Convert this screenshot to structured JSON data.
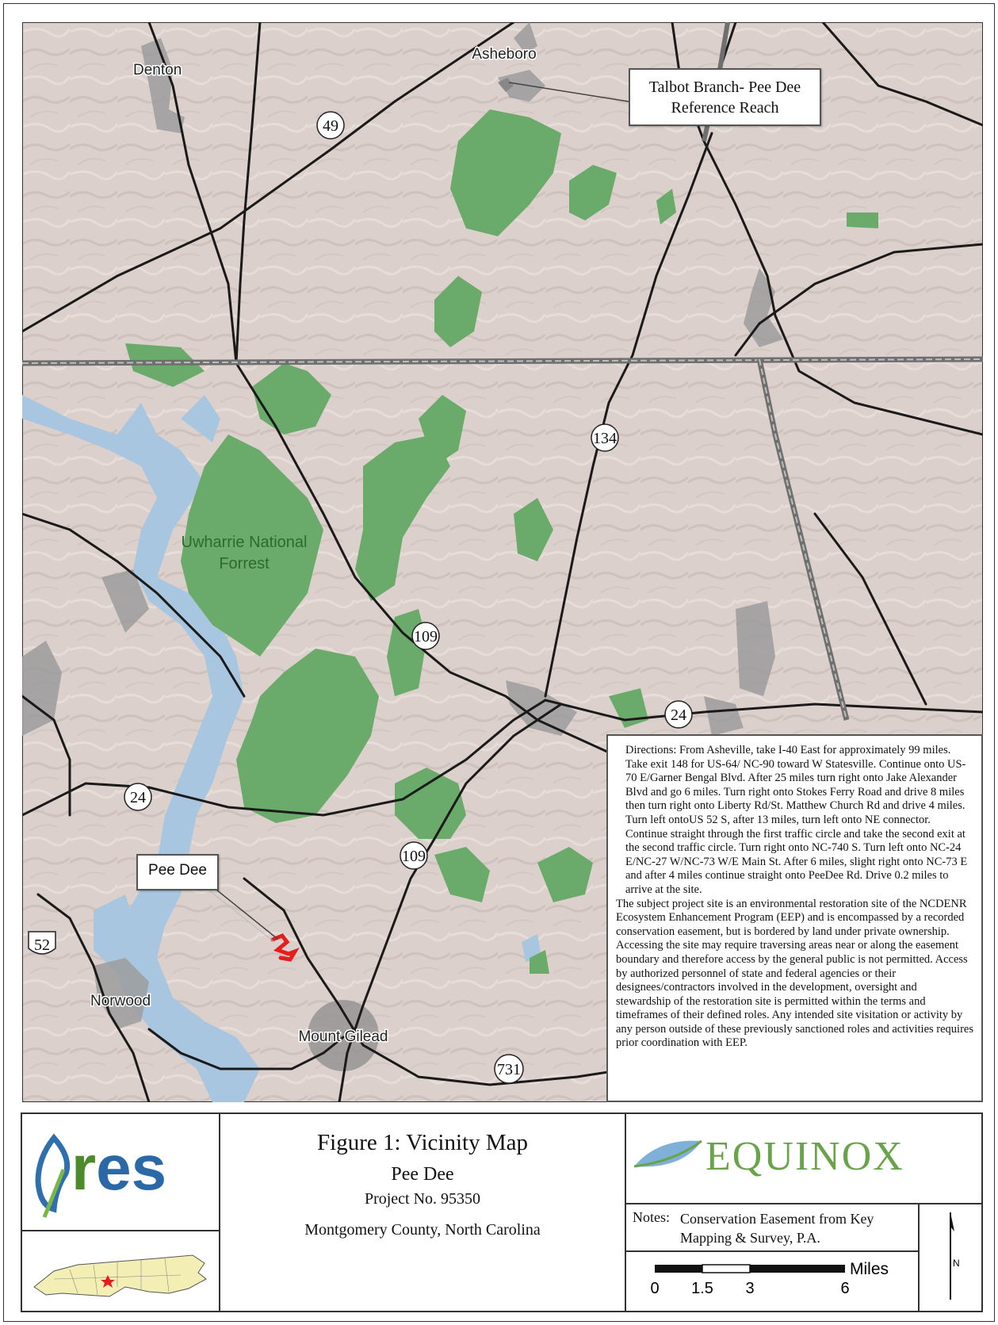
{
  "map": {
    "towns": [
      {
        "name": "Denton"
      },
      {
        "name": "Asheboro"
      },
      {
        "name": "Norwood"
      },
      {
        "name": "Mount Gilead"
      }
    ],
    "forest_label_line1": "Uwharrie National",
    "forest_label_line2": "Forrest",
    "routes": [
      "49",
      "134",
      "109",
      "24",
      "24",
      "109",
      "52",
      "731"
    ],
    "colors": {
      "terrain": "#dcd0cc",
      "forest": "#6aaa6a",
      "water": "#a9c6e0",
      "roads": "#1a1a1a",
      "urban": "#9a9a9a",
      "site": "#e41e1e"
    }
  },
  "callouts": {
    "reference_reach_line1": "Talbot Branch- Pee Dee",
    "reference_reach_line2": "Reference Reach",
    "site_label": "Pee Dee"
  },
  "directions": {
    "paragraph1": "Directions: From Asheville, take I-40 East for approximately 99 miles. Take exit 148 for US-64/ NC-90 toward W Statesville. Continue onto US-70 E/Garner Bengal Blvd. After 25 miles turn right onto Jake Alexander Blvd and go 6 miles. Turn right onto Stokes Ferry Road and drive 8 miles then turn right onto Liberty Rd/St. Matthew Church Rd and drive 4 miles. Turn left ontoUS 52 S, after 13 miles, turn left onto NE connector. Continue straight through the first traffic circle and take the second exit at the second traffic circle. Turn right onto NC-740 S. Turn left onto NC-24 E/NC-27 W/NC-73 W/E Main St. After 6 miles, slight right onto NC-73 E and after 4 miles continue straight onto PeeDee Rd. Drive 0.2 miles to arrive at the site.",
    "paragraph2": "The subject project site is an environmental restoration site of the NCDENR Ecosystem Enhancement Program (EEP) and is encompassed by a recorded conservation easement, but is bordered by land under private ownership. Accessing the site may require traversing areas near or along the easement boundary and therefore access by the general public is not permitted. Access by authorized personnel of state and federal agencies or their designees/contractors involved in the development, oversight and stewardship of the restoration site is permitted within the terms and timeframes of their defined roles. Any intended site visitation or activity by any person outside of these previously sanctioned roles and activities requires prior coordination with EEP."
  },
  "title_block": {
    "res_logo_text": "res",
    "figure_title": "Figure 1: Vicinity Map",
    "project_name": "Pee Dee",
    "project_number": "Project No. 95350",
    "location": "Montgomery County, North Carolina",
    "equinox_logo_text": "EQUINOX",
    "notes_label": "Notes:",
    "notes_line1": "Conservation Easement from Key",
    "notes_line2": "Mapping & Survey, P.A.",
    "scale_unit": "Miles",
    "scale_ticks": [
      "0",
      "1.5",
      "3",
      "6"
    ],
    "north_letter": "N"
  }
}
